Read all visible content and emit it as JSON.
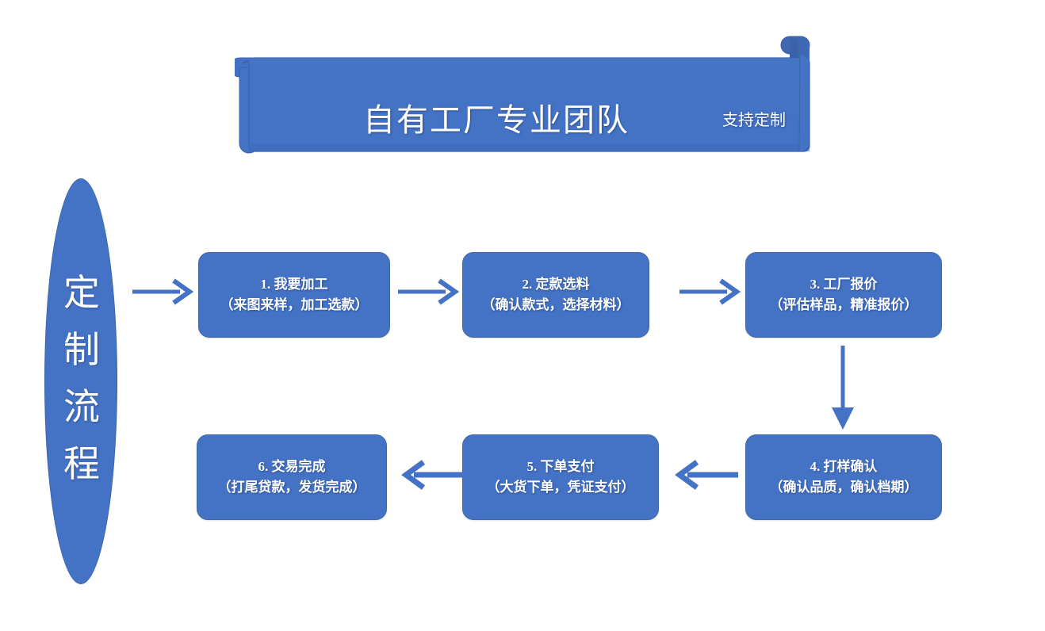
{
  "banner": {
    "title": "自有工厂专业团队",
    "subtitle": "支持定制",
    "shape": "scroll-ribbon"
  },
  "sidebar": {
    "label": "定制流程",
    "chars": [
      "定",
      "制",
      "流",
      "程"
    ],
    "shape": "ellipse"
  },
  "colors": {
    "fill": "#4472C4",
    "stroke": "#41699F",
    "arrow": "#4472C4",
    "text": "#FFFFFF",
    "background": "#FFFFFF"
  },
  "flow": {
    "nodes": [
      {
        "id": "step-1",
        "title": "1. 我要加工",
        "detail": "（来图来样，加工选款）"
      },
      {
        "id": "step-2",
        "title": "2. 定款选料",
        "detail": "（确认款式，选择材料）"
      },
      {
        "id": "step-3",
        "title": "3. 工厂报价",
        "detail": "（评估样品，精准报价）"
      },
      {
        "id": "step-4",
        "title": "4. 打样确认",
        "detail": "（确认品质，确认档期）"
      },
      {
        "id": "step-5",
        "title": "5. 下单支付",
        "detail": "（大货下单，凭证支付）"
      },
      {
        "id": "step-6",
        "title": "6. 交易完成",
        "detail": "（打尾贷款，发货完成）"
      }
    ],
    "connectors": [
      {
        "name": "arrow-ellipse-to-step-1",
        "direction": "right"
      },
      {
        "name": "arrow-step-1-to-step-2",
        "direction": "right"
      },
      {
        "name": "arrow-step-2-to-step-3",
        "direction": "right"
      },
      {
        "name": "arrow-step-3-to-step-4",
        "direction": "down"
      },
      {
        "name": "arrow-step-4-to-step-5",
        "direction": "left"
      },
      {
        "name": "arrow-step-5-to-step-6",
        "direction": "left"
      }
    ]
  }
}
